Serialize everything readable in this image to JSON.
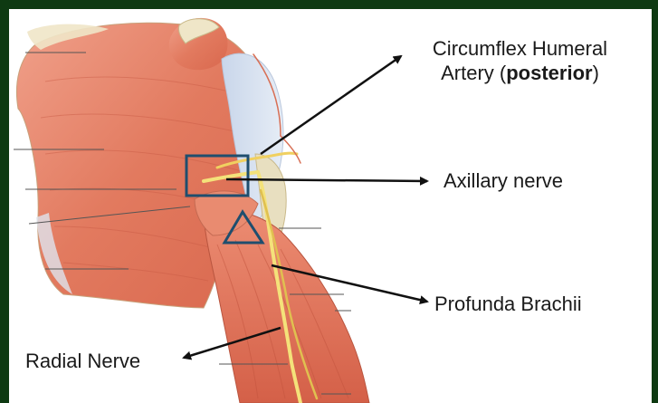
{
  "labels": {
    "circumflex_line1": "Circumflex Humeral",
    "circumflex_line2_prefix": "Artery (",
    "circumflex_line2_bold": "posterior",
    "circumflex_line2_suffix": ")",
    "axillary": "Axillary nerve",
    "profunda": "Profunda Brachii",
    "radial": "Radial Nerve"
  },
  "colors": {
    "background_frame": "#0e3a12",
    "panel": "#ffffff",
    "muscle": "#e8836a",
    "bone": "#efe6c8",
    "highlight_box": "#1f4e6e",
    "arrow": "#111111"
  }
}
